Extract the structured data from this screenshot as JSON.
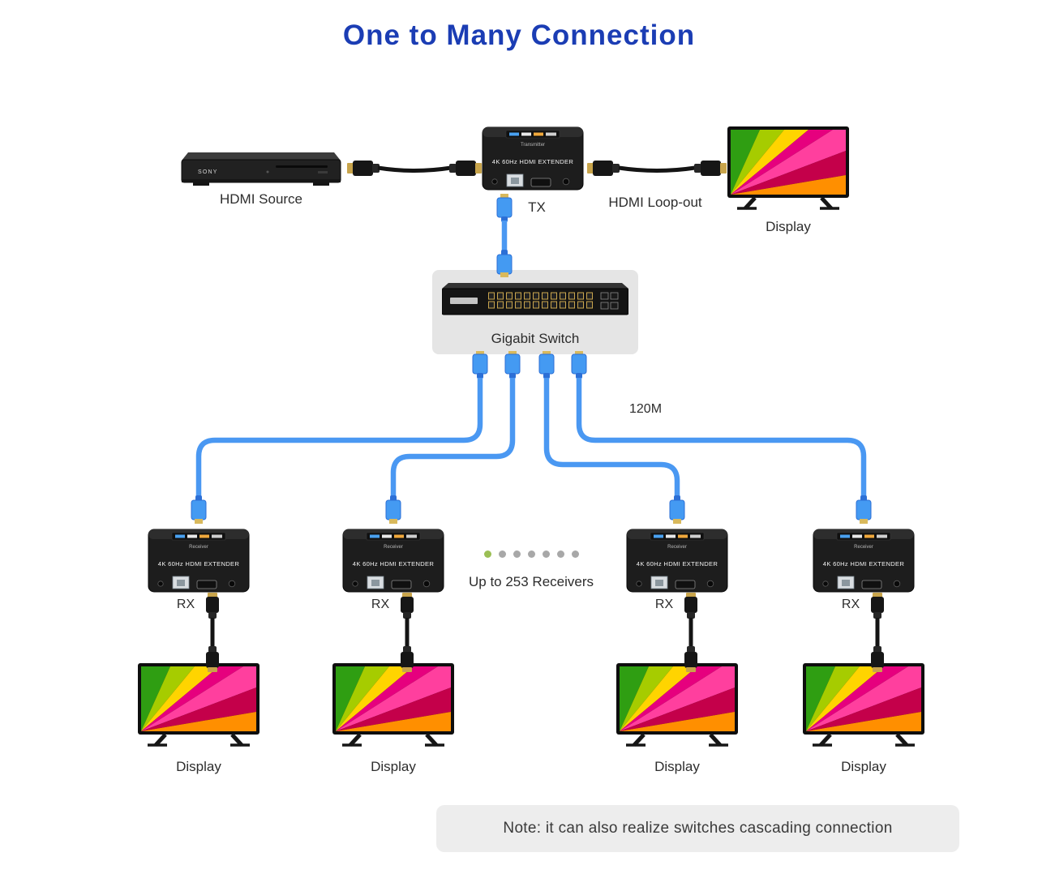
{
  "title": "One to Many Connection",
  "colors": {
    "title_blue": "#1b3db4",
    "cable_blue": "#4a98f2",
    "note_bg": "#ededed"
  },
  "top": {
    "source_label": "HDMI Source",
    "tx_label": "TX",
    "loopout_label": "HDMI Loop-out",
    "display_label": "Display"
  },
  "switch": {
    "label": "Gigabit Switch"
  },
  "distance_label": "120M",
  "receivers": {
    "labels": [
      "RX",
      "RX",
      "RX",
      "RX"
    ],
    "ellipsis_note": "Up to 253 Receivers"
  },
  "displays": {
    "labels": [
      "Display",
      "Display",
      "Display",
      "Display"
    ]
  },
  "device_text": {
    "brand": "SONY",
    "extender": "4K 60Hz HDMI EXTENDER",
    "transmitter": "Transmitter",
    "receiver": "Receiver"
  },
  "note": "Note: it can also realize switches cascading connection"
}
